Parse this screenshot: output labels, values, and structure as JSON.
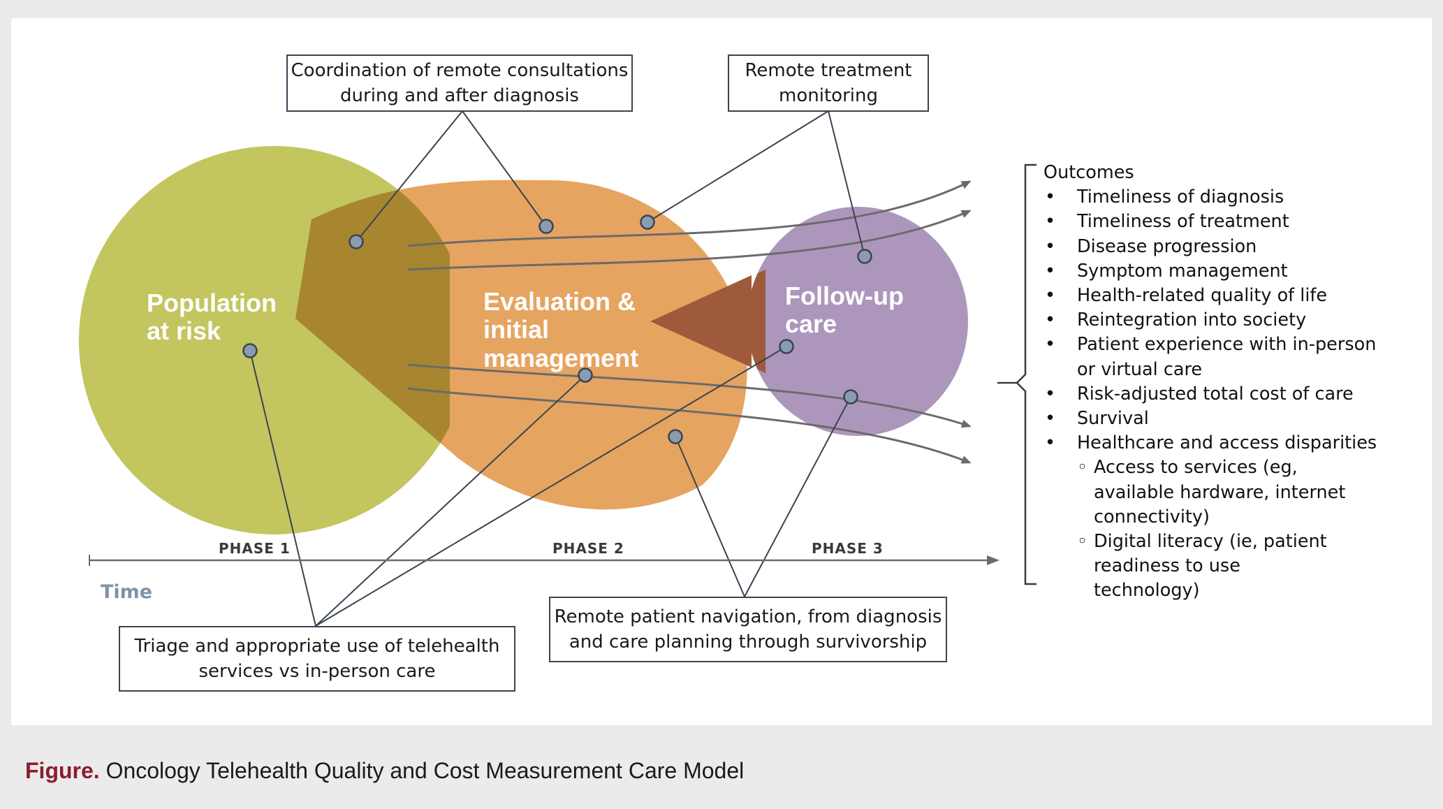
{
  "stages": {
    "population": [
      "Population",
      "at risk"
    ],
    "evaluation": [
      "Evaluation &",
      "initial",
      "management"
    ],
    "followup": [
      "Follow-up",
      "care"
    ]
  },
  "callouts": {
    "coordination": [
      "Coordination of remote consultations",
      "during and after diagnosis"
    ],
    "treatment_monitoring": [
      "Remote treatment",
      "monitoring"
    ],
    "triage": [
      "Triage and appropriate use of telehealth",
      "services vs in-person care"
    ],
    "navigation": [
      "Remote patient navigation, from diagnosis",
      "and care planning through survivorship"
    ]
  },
  "timeline": {
    "phases": [
      "PHASE 1",
      "PHASE 2",
      "PHASE 3"
    ],
    "axis_label": "Time"
  },
  "outcomes": {
    "heading": "Outcomes",
    "items": [
      [
        "Timeliness of diagnosis"
      ],
      [
        "Timeliness of treatment"
      ],
      [
        "Disease progression"
      ],
      [
        "Symptom management"
      ],
      [
        "Health-related quality of life"
      ],
      [
        "Reintegration into society"
      ],
      [
        "Patient experience with in-person",
        "or virtual care"
      ],
      [
        "Risk-adjusted total cost of care"
      ],
      [
        "Survival"
      ],
      [
        "Healthcare and access disparities"
      ]
    ],
    "subitems": [
      [
        "Access to services (eg,",
        "available hardware, internet",
        "connectivity)"
      ],
      [
        "Digital literacy (ie, patient",
        "readiness to use",
        "technology)"
      ]
    ]
  },
  "caption": {
    "label": "Figure.",
    "text": " Oncology Telehealth Quality and Cost Measurement Care Model"
  },
  "colors": {
    "population": "#c3c55f",
    "evaluation": "#e6a461",
    "followup": "#ad96bb",
    "dot": "#8b9bb0",
    "line": "#3a4350",
    "arrow": "#6b6b6b",
    "caption_label": "#8c1d2c"
  }
}
